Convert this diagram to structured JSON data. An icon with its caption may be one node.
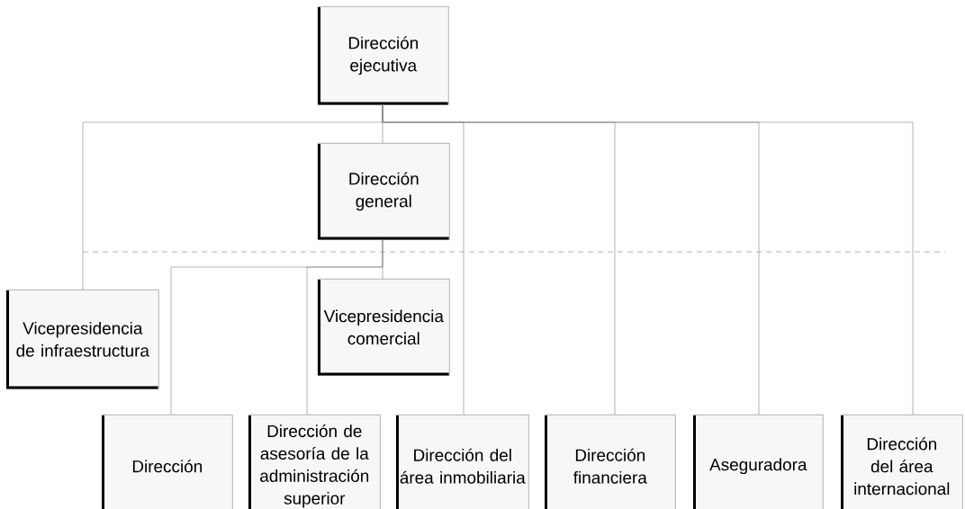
{
  "diagram": {
    "nodes": [
      {
        "text": [
          "Dirección ejecutiva"
        ]
      },
      {
        "text": [
          "Dirección general"
        ]
      },
      {
        "text": [
          "Vicepresidencia de infraestructura"
        ]
      },
      {
        "text": [
          "Vicepresidencia comercial"
        ]
      },
      {
        "text": [
          "Dirección"
        ]
      },
      {
        "text": [
          "Dirección de asesoría de la administración superior"
        ]
      },
      {
        "text": [
          "Dirección del área inmobiliaria"
        ]
      },
      {
        "text": [
          "Dirección financiera"
        ]
      },
      {
        "text": [
          "Aseguradora"
        ]
      },
      {
        "text": [
          "Dirección del área internacional"
        ]
      }
    ],
    "edges": [
      {
        "from": 0,
        "to": 2,
        "arrow": "none"
      },
      {
        "from": 0,
        "to": 1,
        "arrow": "none"
      },
      {
        "from": 0,
        "to": 6,
        "arrow": "none"
      },
      {
        "from": 0,
        "to": 7,
        "arrow": "none"
      },
      {
        "from": 0,
        "to": 8,
        "arrow": "none"
      },
      {
        "from": 0,
        "to": 9,
        "arrow": "none"
      },
      {
        "from": 1,
        "to": 4,
        "arrow": "none"
      },
      {
        "from": 1,
        "to": 5,
        "arrow": "none"
      },
      {
        "from": 1,
        "to": 3,
        "arrow": "none"
      }
    ]
  }
}
